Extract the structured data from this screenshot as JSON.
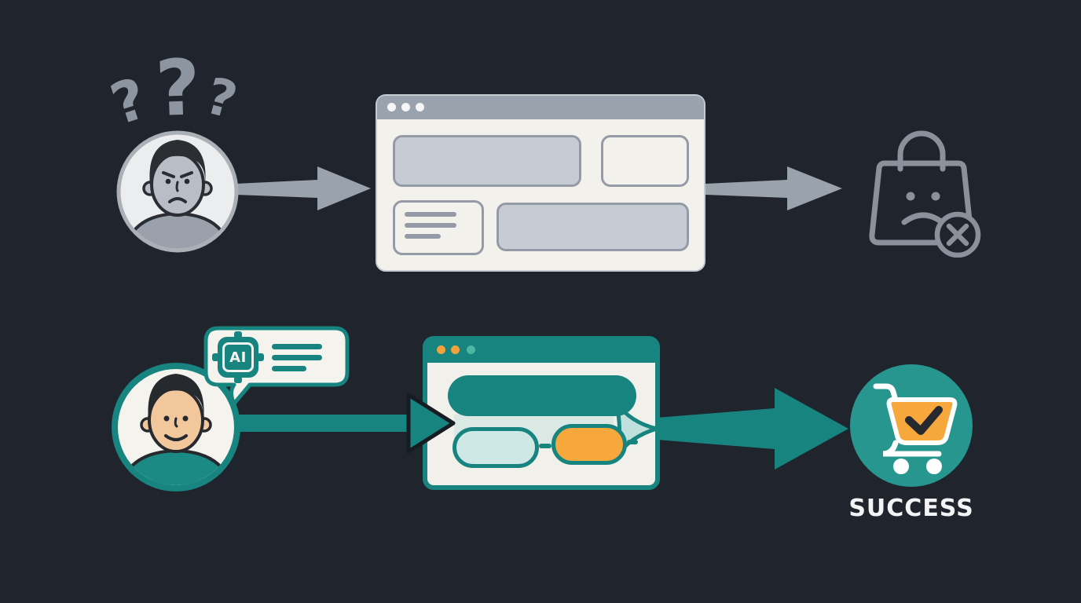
{
  "canvas": {
    "background": "#20252d"
  },
  "palette": {
    "teal": "#17847f",
    "teal_bright": "#27968f",
    "pale_teal": "#bfe0dd",
    "orange": "#f6a83c",
    "gray": "#9aa2ac",
    "outline_gray": "#8a919b",
    "off_white": "#f2f1ec",
    "ink": "#26292e"
  },
  "top_flow": {
    "question_marks": [
      "?",
      "?",
      "?"
    ],
    "user_icon": "confused-user-avatar",
    "arrow_icon": "arrow-right-icon",
    "browser_icon": "browser-window-wireframe",
    "outcome_icon": "shopping-bag-sad-icon",
    "outcome_badge_icon": "cross-circle-icon"
  },
  "bottom_flow": {
    "user_icon": "happy-user-avatar",
    "ai_bubble": {
      "chip_label": "AI",
      "icon": "ai-chip-icon",
      "text_lines": 3
    },
    "browser_icon": "browser-window-guided",
    "arrow_icon": "arrow-right-icon",
    "outcome_icon": "cart-check-icon",
    "success_label": "SUCCESS"
  }
}
